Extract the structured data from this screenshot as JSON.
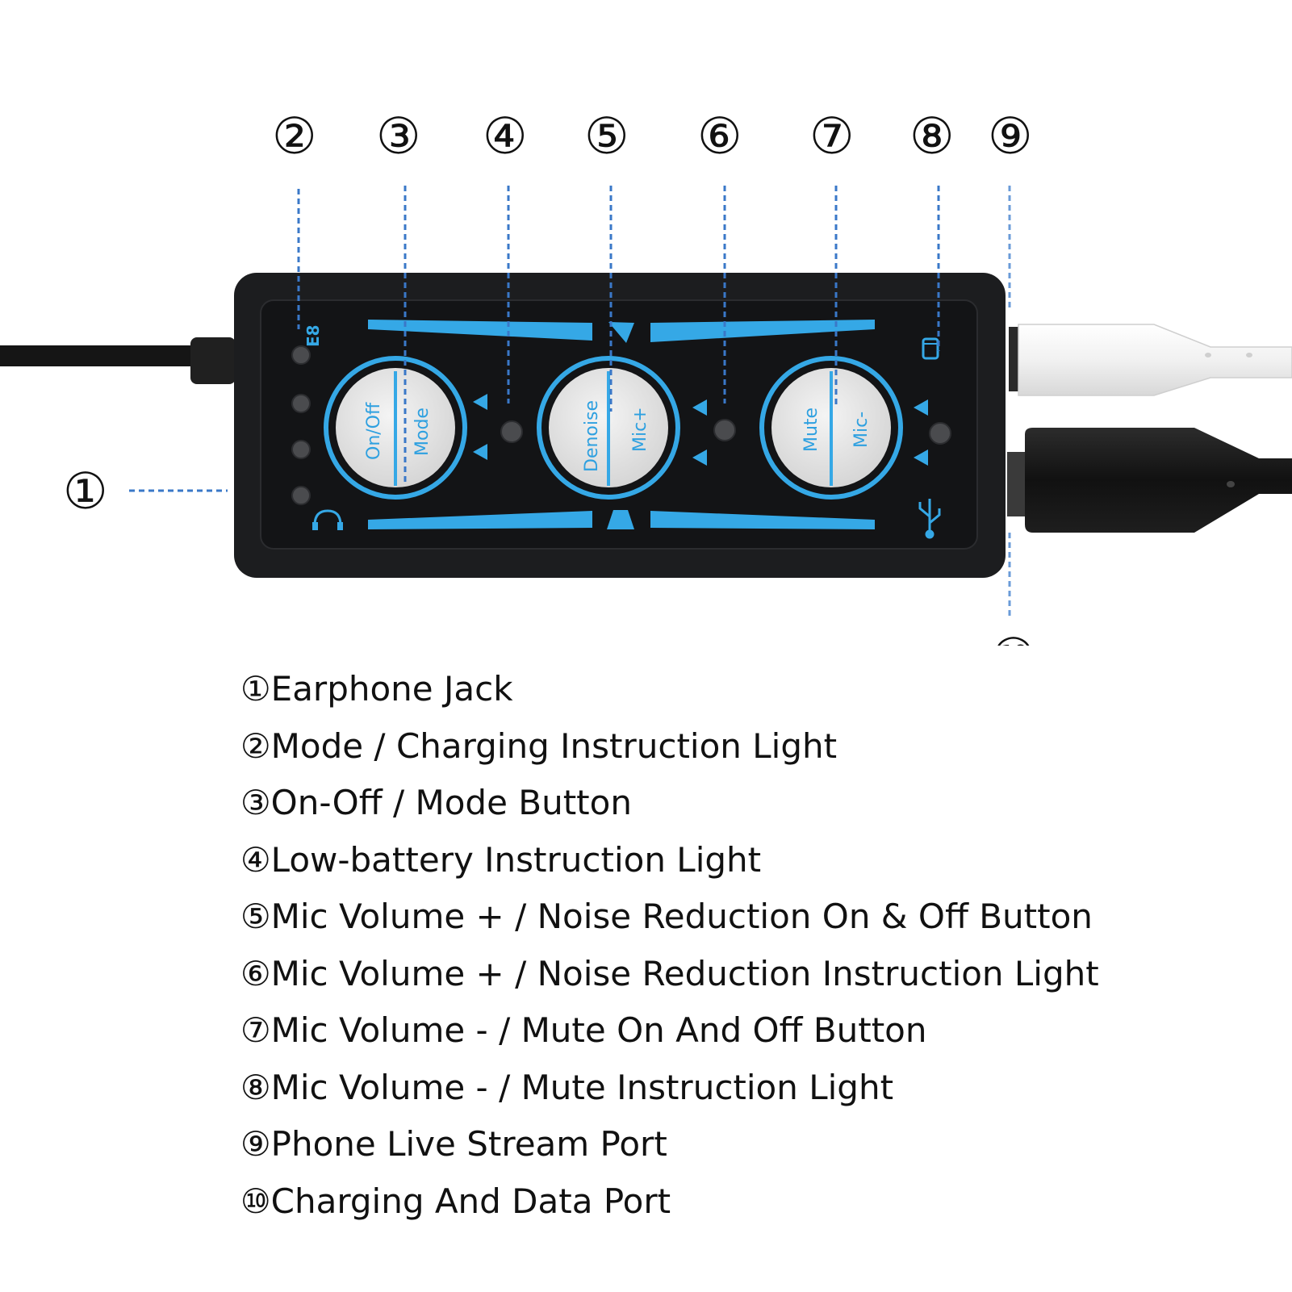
{
  "callouts": [
    "①",
    "②",
    "③",
    "④",
    "⑤",
    "⑥",
    "⑦",
    "⑧",
    "⑨",
    "⑩"
  ],
  "device": {
    "model": "E8",
    "buttons": [
      {
        "left": "On/Off",
        "right": "Mode"
      },
      {
        "left": "Denoise",
        "right": "Mic+"
      },
      {
        "left": "Mute",
        "right": "Mic-"
      }
    ],
    "icons": [
      "phone-icon",
      "headphones-icon",
      "usb-icon"
    ],
    "accent_color": "#35a8e6",
    "body_color": "#1c1d1f"
  },
  "legend": [
    "①Earphone Jack",
    "②Mode / Charging Instruction Light",
    "③On-Off / Mode Button",
    "④Low-battery Instruction Light",
    "⑤Mic Volume + / Noise Reduction On & Off Button",
    "⑥Mic Volume + / Noise Reduction Instruction Light",
    "⑦Mic Volume - / Mute On And Off Button",
    "⑧Mic Volume - / Mute Instruction Light",
    "⑨Phone Live Stream Port",
    "⑩Charging And Data Port"
  ]
}
